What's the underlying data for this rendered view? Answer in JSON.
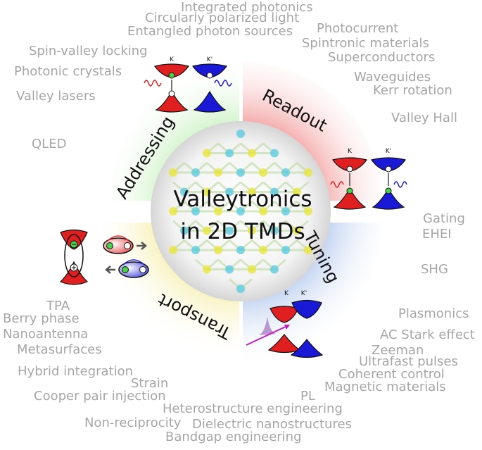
{
  "center": {
    "title_line1": "Valleytronics",
    "title_line2": "in 2D TMDs"
  },
  "quadrants": {
    "addressing": "Addressing",
    "readout": "Readout",
    "tuning": "Tuning",
    "transport": "Transport"
  },
  "valley_labels": {
    "k": "K",
    "k_prime": "K'"
  },
  "keywords": {
    "top": [
      "Integrated photonics",
      "Circularly polarized light",
      "Entangled photon sources"
    ],
    "top_left": [
      "Spin-valley locking",
      "Photonic crystals",
      "Valley lasers",
      "QLED"
    ],
    "top_right": [
      "Photocurrent",
      "Spintronic materials",
      "Superconductors",
      "Waveguides",
      "Kerr rotation",
      "Valley Hall"
    ],
    "right": [
      "Gating",
      "EHEI",
      "SHG"
    ],
    "bottom_right": [
      "Plasmonics",
      "AC Stark effect",
      "Zeeman",
      "Ultrafast pulses",
      "Coherent control",
      "Magnetic materials"
    ],
    "left": [
      "TPA",
      "Berry phase",
      "Nanoantenna",
      "Metasurfaces"
    ],
    "bottom": [
      "Hybrid integration",
      "Strain",
      "Cooper pair injection",
      "PL",
      "Heterostructure engineering",
      "Non-reciprocity",
      "Dielectric nanostructures",
      "Bandgap engineering"
    ]
  },
  "colors": {
    "addressing": "#c9efc0",
    "readout": "#f4a9a9",
    "tuning": "#b2c9ec",
    "transport": "#f4eca2",
    "text_gray": "#a6a6a6",
    "cone_red": "#e02020",
    "cone_blue": "#1a1ad6",
    "lattice_yellow": "#e9e63c",
    "lattice_cyan": "#5ccbe0"
  }
}
